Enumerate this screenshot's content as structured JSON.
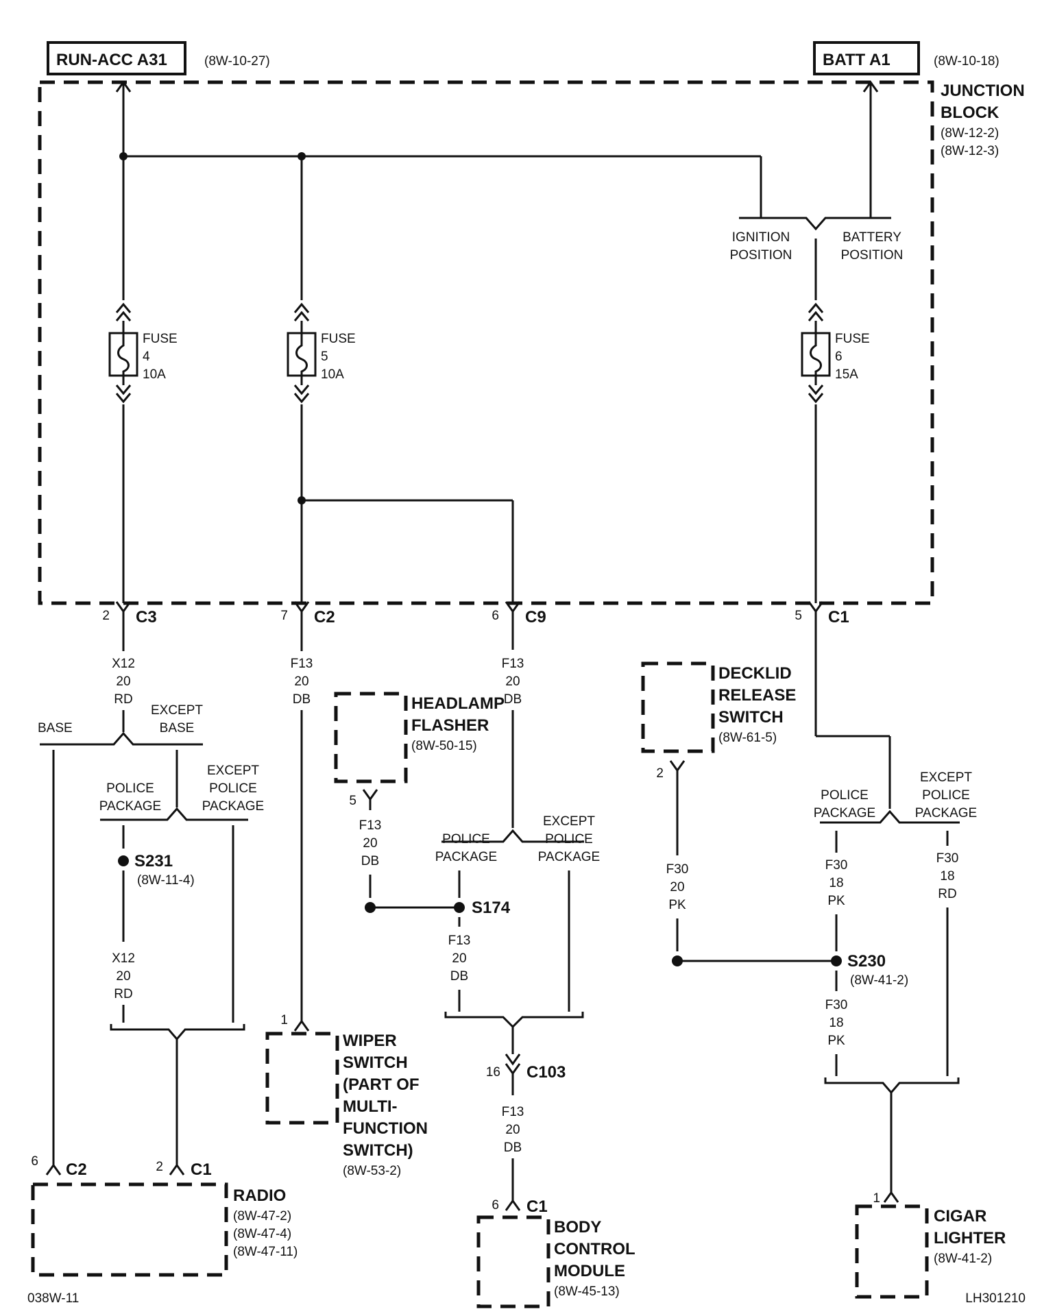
{
  "sources": {
    "run_acc": {
      "label": "RUN-ACC A31",
      "ref": "(8W-10-27)"
    },
    "batt": {
      "label": "BATT A1",
      "ref": "(8W-10-18)"
    }
  },
  "junction_block": {
    "name_line1": "JUNCTION",
    "name_line2": "BLOCK",
    "ref1": "(8W-12-2)",
    "ref2": "(8W-12-3)"
  },
  "ignition_switch": {
    "ignition_line1": "IGNITION",
    "ignition_line2": "POSITION",
    "battery_line1": "BATTERY",
    "battery_line2": "POSITION"
  },
  "fuses": [
    {
      "label": "FUSE",
      "number": "4",
      "rating": "10A"
    },
    {
      "label": "FUSE",
      "number": "5",
      "rating": "10A"
    },
    {
      "label": "FUSE",
      "number": "6",
      "rating": "15A"
    }
  ],
  "connectors": {
    "c3_jb": {
      "pin": "2",
      "name": "C3"
    },
    "c2_jb": {
      "pin": "7",
      "name": "C2"
    },
    "c9_jb": {
      "pin": "6",
      "name": "C9"
    },
    "c1_jb": {
      "pin": "5",
      "name": "C1"
    },
    "headlamp_pin": {
      "pin": "5"
    },
    "decklid_pin": {
      "pin": "2"
    },
    "wiper_pin": {
      "pin": "1"
    },
    "c103": {
      "pin": "16",
      "name": "C103"
    },
    "radio_c2": {
      "pin": "6",
      "name": "C2"
    },
    "radio_c1": {
      "pin": "2",
      "name": "C1"
    },
    "bcm_c1": {
      "pin": "6",
      "name": "C1"
    },
    "cigar_pin": {
      "pin": "1"
    }
  },
  "wires": {
    "x12_top": {
      "circuit": "X12",
      "gauge": "20",
      "color": "RD"
    },
    "f13_c2": {
      "circuit": "F13",
      "gauge": "20",
      "color": "DB"
    },
    "f13_c9": {
      "circuit": "F13",
      "gauge": "20",
      "color": "DB"
    },
    "f13_headlamp": {
      "circuit": "F13",
      "gauge": "20",
      "color": "DB"
    },
    "f13_s174": {
      "circuit": "F13",
      "gauge": "20",
      "color": "DB"
    },
    "f13_bcm": {
      "circuit": "F13",
      "gauge": "20",
      "color": "DB"
    },
    "x12_s231": {
      "circuit": "X12",
      "gauge": "20",
      "color": "RD"
    },
    "f30_decklid": {
      "circuit": "F30",
      "gauge": "20",
      "color": "PK"
    },
    "f30_police": {
      "circuit": "F30",
      "gauge": "18",
      "color": "PK"
    },
    "f30_except": {
      "circuit": "F30",
      "gauge": "18",
      "color": "RD"
    },
    "f30_s230": {
      "circuit": "F30",
      "gauge": "18",
      "color": "PK"
    }
  },
  "branches": {
    "base": "BASE",
    "except_base_1": "EXCEPT",
    "except_base_2": "BASE",
    "police_1": "POLICE",
    "police_2": "PACKAGE",
    "except_police_1": "EXCEPT",
    "except_police_2": "POLICE",
    "except_police_3": "PACKAGE"
  },
  "splices": {
    "s231": {
      "name": "S231",
      "ref": "(8W-11-4)"
    },
    "s174": {
      "name": "S174"
    },
    "s230": {
      "name": "S230",
      "ref": "(8W-41-2)"
    }
  },
  "components": {
    "headlamp_flasher": {
      "line1": "HEADLAMP",
      "line2": "FLASHER",
      "ref": "(8W-50-15)"
    },
    "decklid": {
      "line1": "DECKLID",
      "line2": "RELEASE",
      "line3": "SWITCH",
      "ref": "(8W-61-5)"
    },
    "wiper": {
      "line1": "WIPER",
      "line2": "SWITCH",
      "line3": "(PART OF",
      "line4": "MULTI-",
      "line5": "FUNCTION",
      "line6": "SWITCH)",
      "ref": "(8W-53-2)"
    },
    "radio": {
      "line1": "RADIO",
      "ref1": "(8W-47-2)",
      "ref2": "(8W-47-4)",
      "ref3": "(8W-47-11)"
    },
    "bcm": {
      "line1": "BODY",
      "line2": "CONTROL",
      "line3": "MODULE",
      "ref": "(8W-45-13)"
    },
    "cigar": {
      "line1": "CIGAR",
      "line2": "LIGHTER",
      "ref": "(8W-41-2)"
    }
  },
  "footer": {
    "left_code": "038W-11",
    "right_code": "LH301210"
  }
}
